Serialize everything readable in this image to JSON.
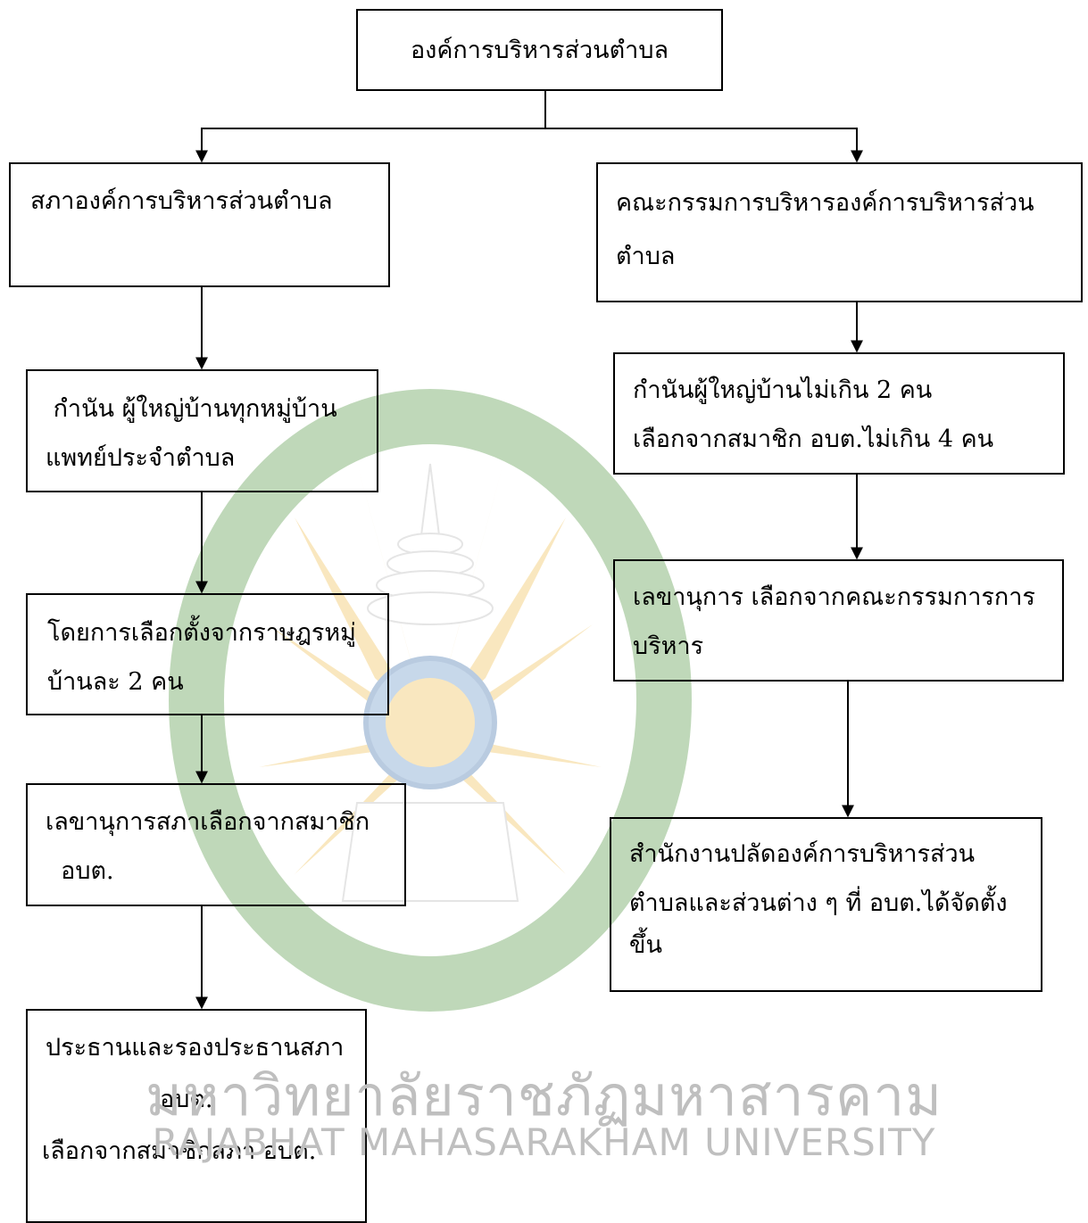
{
  "diagram": {
    "root": {
      "label": "องค์การบริหารส่วนตำบล"
    },
    "left_branch": {
      "head": {
        "lines": [
          "สภาองค์การบริหารส่วนตำบล"
        ]
      },
      "members": {
        "lines": [
          " กำนัน ผู้ใหญ่บ้านทุกหมู่บ้าน",
          "แพทย์ประจำตำบล"
        ]
      },
      "election": {
        "lines": [
          "โดยการเลือกตั้งจากราษฎรหมู่",
          "บ้านละ 2 คน"
        ]
      },
      "secretary": {
        "lines": [
          "เลขานุการสภาเลือกจากสมาชิก",
          "  อบต."
        ]
      },
      "chair": {
        "lines": [
          "ประธานและรองประธานสภา",
          "อบต.",
          "เลือกจากสมาชิกสภา อบต."
        ]
      }
    },
    "right_branch": {
      "head": {
        "lines": [
          "คณะกรรมการบริหารองค์การบริหารส่วน",
          "ตำบล"
        ]
      },
      "members": {
        "lines": [
          "กำนันผู้ใหญ่บ้านไม่เกิน 2 คน",
          "เลือกจากสมาชิก อบต.ไม่เกิน 4 คน"
        ]
      },
      "secretary": {
        "lines": [
          "เลขานุการ เลือกจากคณะกรรมการการ",
          "บริหาร"
        ]
      },
      "office": {
        "lines": [
          "สำนักงานปลัดองค์การบริหารส่วน",
          "ตำบลและส่วนต่าง ๆ ที่ อบต.ได้จัดตั้ง",
          "ขึ้น"
        ]
      }
    }
  },
  "watermark": {
    "thai": "มหาวิทยาลัยราชภัฏมหาสารคาม",
    "english": "RAJABHAT MAHASARAKHAM UNIVERSITY",
    "colors": {
      "green": "#3f8a3a",
      "gold": "#e9b64a",
      "blue": "#2f5f9e",
      "gray": "#bfbfbf"
    }
  }
}
